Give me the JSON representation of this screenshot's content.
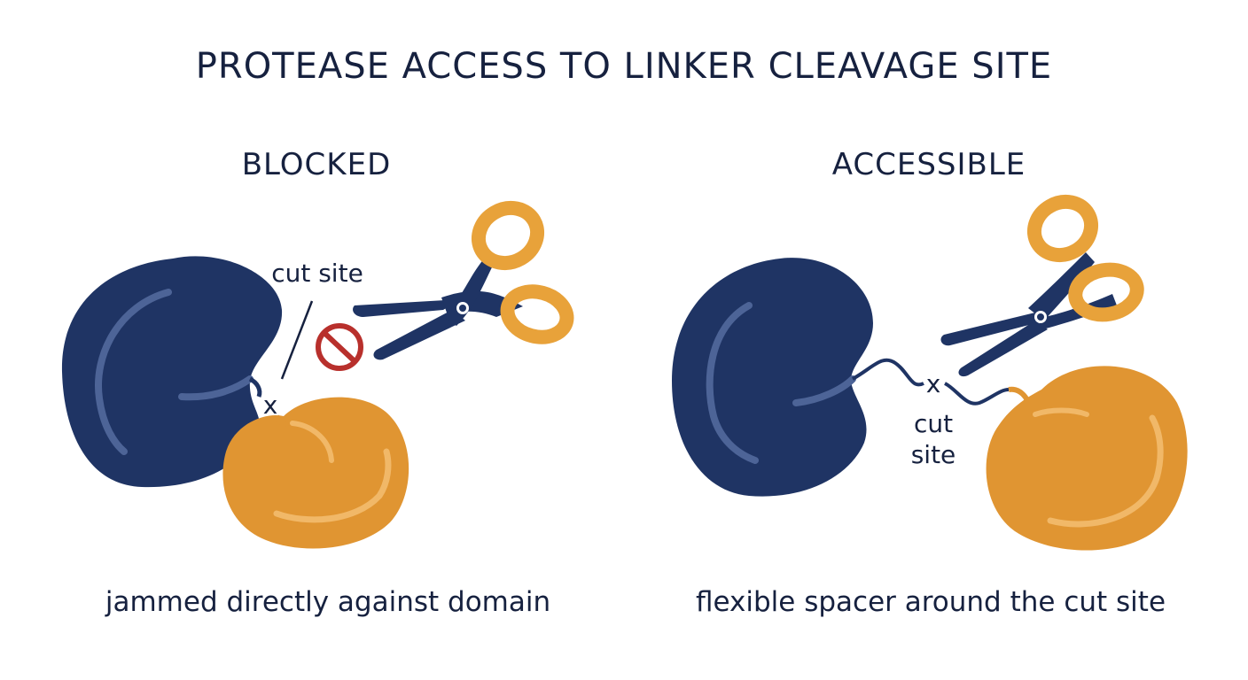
{
  "title": "PROTEASE ACCESS TO LINKER CLEAVAGE SITE",
  "panels": {
    "left": {
      "heading": "BLOCKED",
      "cut_label": "cut site",
      "cut_mark": "x",
      "caption": "jammed directly against domain"
    },
    "right": {
      "heading": "ACCESSIBLE",
      "cut_label_line1": "cut",
      "cut_label_line2": "site",
      "cut_mark": "x",
      "caption": "flexible spacer around the cut site"
    }
  },
  "colors": {
    "navy_domain": "#1f3464",
    "orange_domain": "#e09532",
    "scissor_handle": "#e8a23a",
    "prohibition": "#b8302c",
    "text": "#16213f"
  }
}
